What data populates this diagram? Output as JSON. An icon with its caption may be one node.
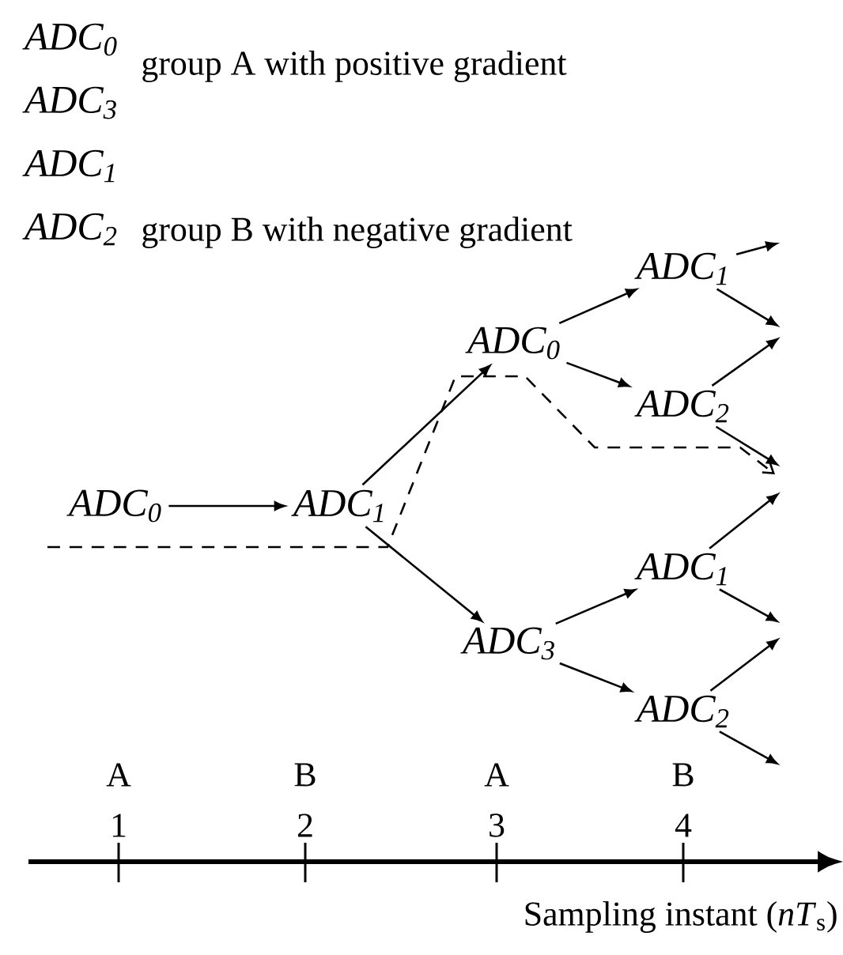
{
  "diagram": {
    "nodes": [
      {
        "text": [
          "ADC$_{0}$"
        ]
      },
      {
        "text": [
          "ADC$_{1}$"
        ]
      },
      {
        "text": [
          "ADC$_{0}$"
        ]
      },
      {
        "text": [
          "ADC$_{3}$"
        ]
      },
      {
        "text": [
          "ADC$_{1}$"
        ]
      },
      {
        "text": [
          "ADC$_{2}$"
        ]
      },
      {
        "text": [
          "ADC$_{1}$"
        ]
      },
      {
        "text": [
          "ADC$_{2}$"
        ]
      }
    ],
    "edges": [
      {
        "from": 0,
        "to": 1,
        "arrow": "to"
      },
      {
        "from": 1,
        "to": 2,
        "arrow": "to"
      },
      {
        "from": 1,
        "to": 3,
        "arrow": "to"
      },
      {
        "from": 2,
        "to": 4,
        "arrow": "to"
      },
      {
        "from": 2,
        "to": 5,
        "arrow": "to"
      },
      {
        "from": 3,
        "to": 6,
        "arrow": "to"
      },
      {
        "from": 3,
        "to": 7,
        "arrow": "to"
      },
      {
        "from": 4,
        "to": null,
        "arrow": "to"
      },
      {
        "from": 4,
        "to": null,
        "arrow": "to"
      },
      {
        "from": 5,
        "to": null,
        "arrow": "to"
      },
      {
        "from": 5,
        "to": null,
        "arrow": "to"
      },
      {
        "from": 6,
        "to": null,
        "arrow": "to"
      },
      {
        "from": 6,
        "to": null,
        "arrow": "to"
      },
      {
        "from": 7,
        "to": null,
        "arrow": "to"
      },
      {
        "from": 7,
        "to": null,
        "arrow": "to"
      }
    ],
    "labels": [
      "ADC$_{0}$",
      "ADC$_{3}$",
      "group A with positive gradient",
      "ADC$_{1}$",
      "ADC$_{2}$",
      "group B with negative gradient",
      "A",
      "1",
      "B",
      "2",
      "A",
      "3",
      "B",
      "4",
      "Sampling instant (*nT*$_{s}$)"
    ]
  }
}
